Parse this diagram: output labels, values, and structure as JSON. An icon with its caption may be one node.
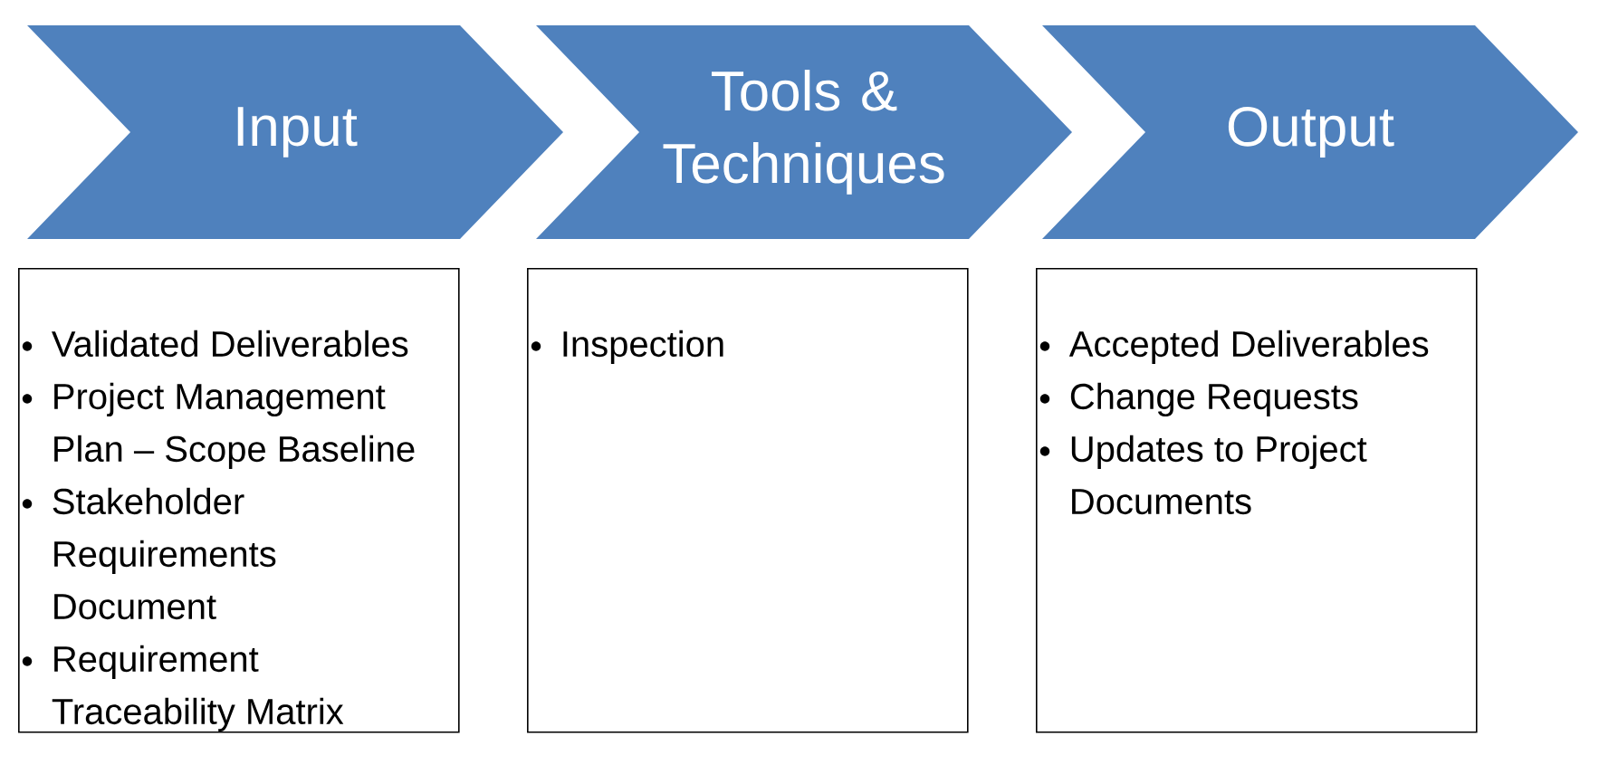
{
  "diagram": {
    "nodes": [
      {
        "text": [
          "Input"
        ]
      },
      {
        "text": [
          "Tools & Techniques"
        ]
      },
      {
        "text": [
          "Output"
        ]
      },
      {
        "text": [
          "Validated Deliverables",
          "Project Management Plan – Scope Baseline",
          "Stakeholder Requirements Document",
          "Requirement Traceability Matrix"
        ]
      },
      {
        "text": [
          "Inspection"
        ]
      },
      {
        "text": [
          "Accepted Deliverables",
          "Change Requests",
          "Updates to Project Documents"
        ]
      }
    ]
  }
}
